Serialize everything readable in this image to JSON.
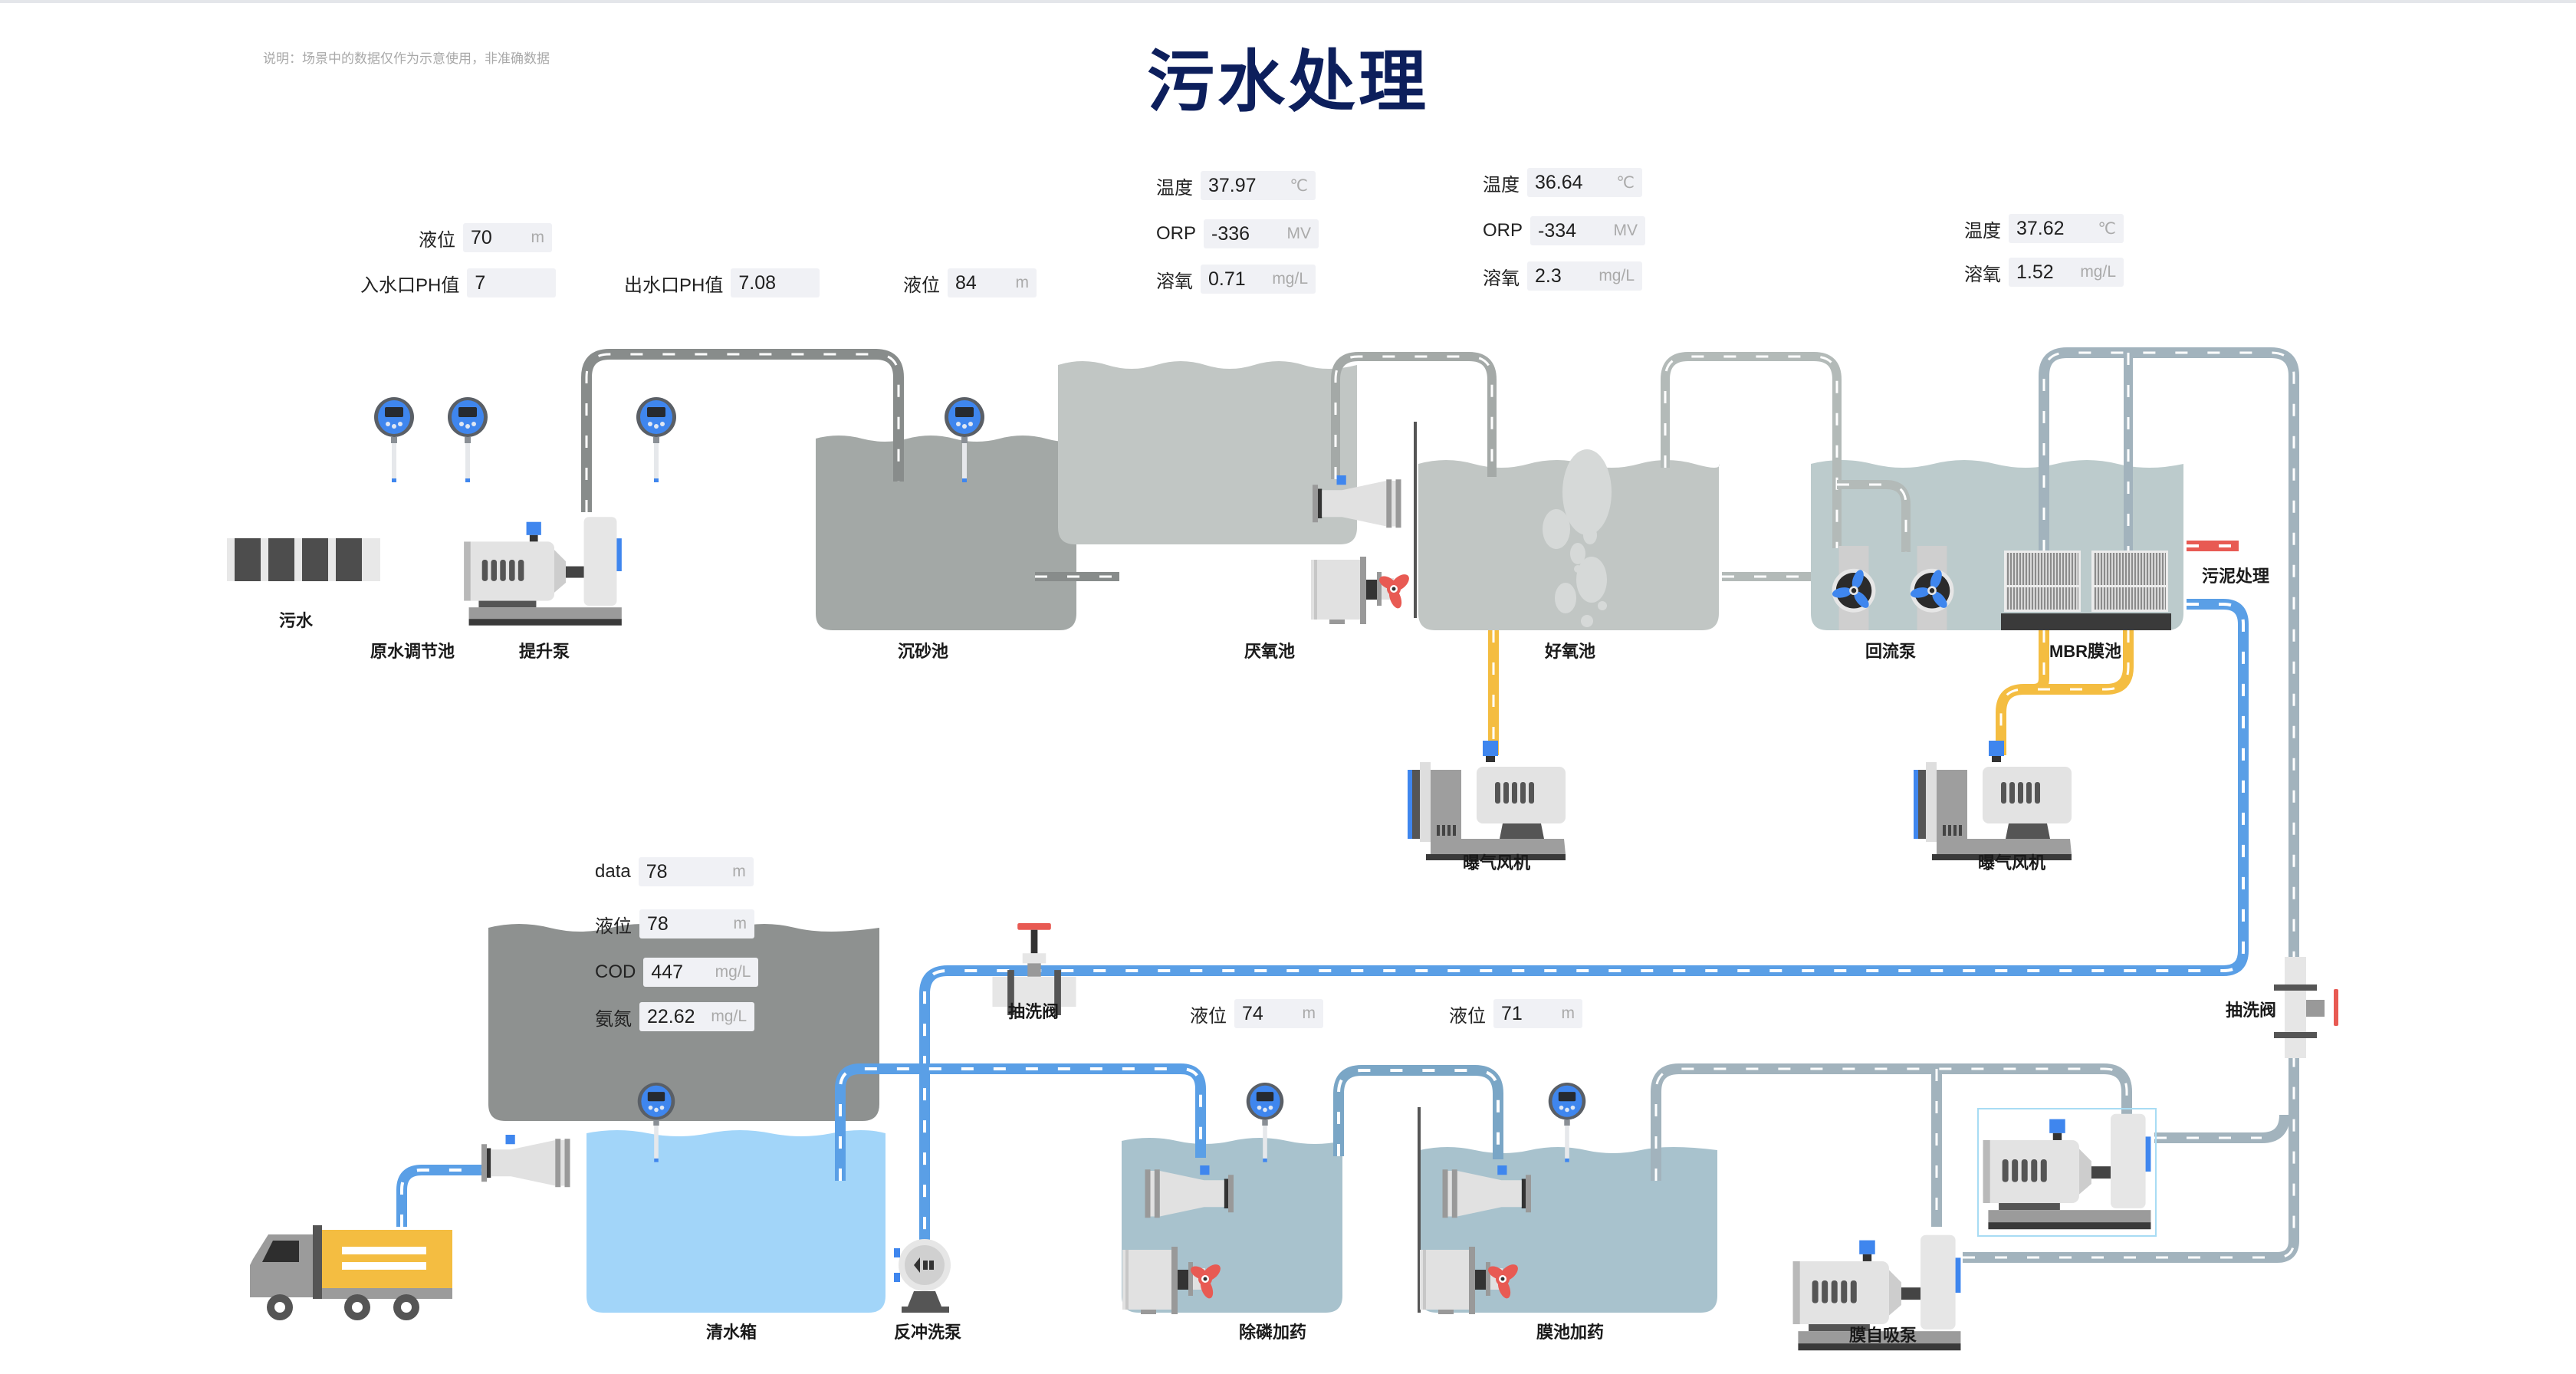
{
  "page": {
    "title": "污水处理",
    "note": "说明：场景中的数据仅作为示意使用，非准确数据"
  },
  "readouts": {
    "raw_level": {
      "label": "液位",
      "value": "70",
      "unit": "m"
    },
    "inlet_ph": {
      "label": "入水口PH值",
      "value": "7",
      "unit": ""
    },
    "outlet_ph": {
      "label": "出水口PH值",
      "value": "7.08",
      "unit": ""
    },
    "grit_level": {
      "label": "液位",
      "value": "84",
      "unit": "m"
    },
    "anaerobic_temp": {
      "label": "温度",
      "value": "37.97",
      "unit": "℃"
    },
    "anaerobic_orp": {
      "label": "ORP",
      "value": "-336",
      "unit": "MV"
    },
    "anaerobic_do": {
      "label": "溶氧",
      "value": "0.71",
      "unit": "mg/L"
    },
    "aerobic_temp": {
      "label": "温度",
      "value": "36.64",
      "unit": "℃"
    },
    "aerobic_orp": {
      "label": "ORP",
      "value": "-334",
      "unit": "MV"
    },
    "aerobic_do": {
      "label": "溶氧",
      "value": "2.3",
      "unit": "mg/L"
    },
    "mbr_temp": {
      "label": "温度",
      "value": "37.62",
      "unit": "℃"
    },
    "mbr_do": {
      "label": "溶氧",
      "value": "1.52",
      "unit": "mg/L"
    },
    "clean_data": {
      "label": "data",
      "value": "78",
      "unit": "m"
    },
    "clean_level": {
      "label": "液位",
      "value": "78",
      "unit": "m"
    },
    "clean_cod": {
      "label": "COD",
      "value": "447",
      "unit": "mg/L"
    },
    "clean_nh3": {
      "label": "氨氮",
      "value": "22.62",
      "unit": "mg/L"
    },
    "dephos_level": {
      "label": "液位",
      "value": "74",
      "unit": "m"
    },
    "membrane_level": {
      "label": "液位",
      "value": "71",
      "unit": "m"
    }
  },
  "labels": {
    "sewage": "污水",
    "raw_tank": "原水调节池",
    "lift_pump": "提升泵",
    "grit_tank": "沉砂池",
    "anaerobic_tank": "厌氧池",
    "aerobic_tank": "好氧池",
    "return_pump": "回流泵",
    "mbr_tank": "MBR膜池",
    "sludge": "污泥处理",
    "blower_1": "曝气风机",
    "blower_2": "曝气风机",
    "flush_valve_1": "抽洗阀",
    "flush_valve_2": "抽洗阀",
    "clean_tank": "清水箱",
    "backwash_pump": "反冲洗泵",
    "dephos_dosing": "除磷加药",
    "membrane_dosing": "膜池加药",
    "membrane_pump": "膜自吸泵"
  },
  "colors": {
    "title": "#0d1f5c",
    "pipe_gray": "#888c8b",
    "pipe_light": "#b3bab8",
    "pipe_steel": "#a2b3bd",
    "pipe_blue": "#5a9fe6",
    "pipe_dblue": "#7aa6c6",
    "pipe_yellow": "#f4bd41",
    "pipe_red": "#e85a53",
    "accent_blue": "#3f86ee"
  }
}
